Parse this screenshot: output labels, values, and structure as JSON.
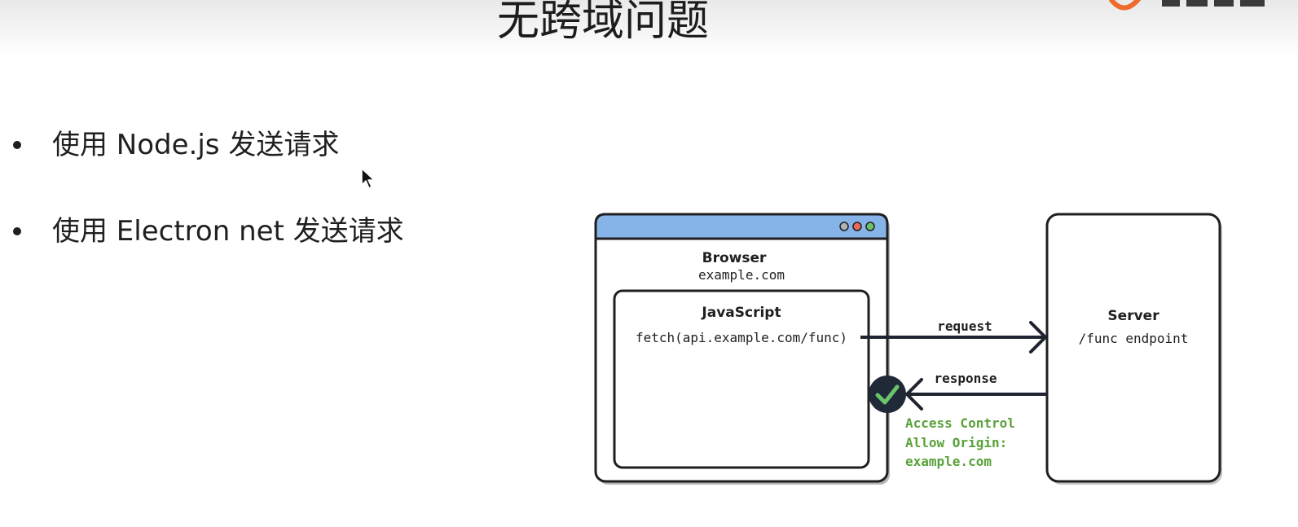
{
  "slide": {
    "title": "无跨域问题"
  },
  "bullets": [
    {
      "text": "使用 Node.js 发送请求"
    },
    {
      "text": "使用 Electron net 发送请求"
    }
  ],
  "diagram": {
    "browser": {
      "title": "Browser",
      "domain": "example.com",
      "titlebar_color": "#86b3e8",
      "dot_colors": [
        "#b0b0b8",
        "#e86a5a",
        "#6cc36c"
      ]
    },
    "script": {
      "title": "JavaScript",
      "call": "fetch(api.example.com/func)"
    },
    "server": {
      "title": "Server",
      "endpoint": "/func endpoint"
    },
    "request_label": "request",
    "response_label": "response",
    "header_lines": [
      "Access Control",
      "Allow Origin:",
      "example.com"
    ],
    "header_color": "#5aa13a",
    "check_badge_color": "#1f2937",
    "check_color": "#6cc36c"
  },
  "icons": {
    "logo": "brand-logo",
    "cursor": "mouse-pointer-icon",
    "check": "check-icon"
  }
}
